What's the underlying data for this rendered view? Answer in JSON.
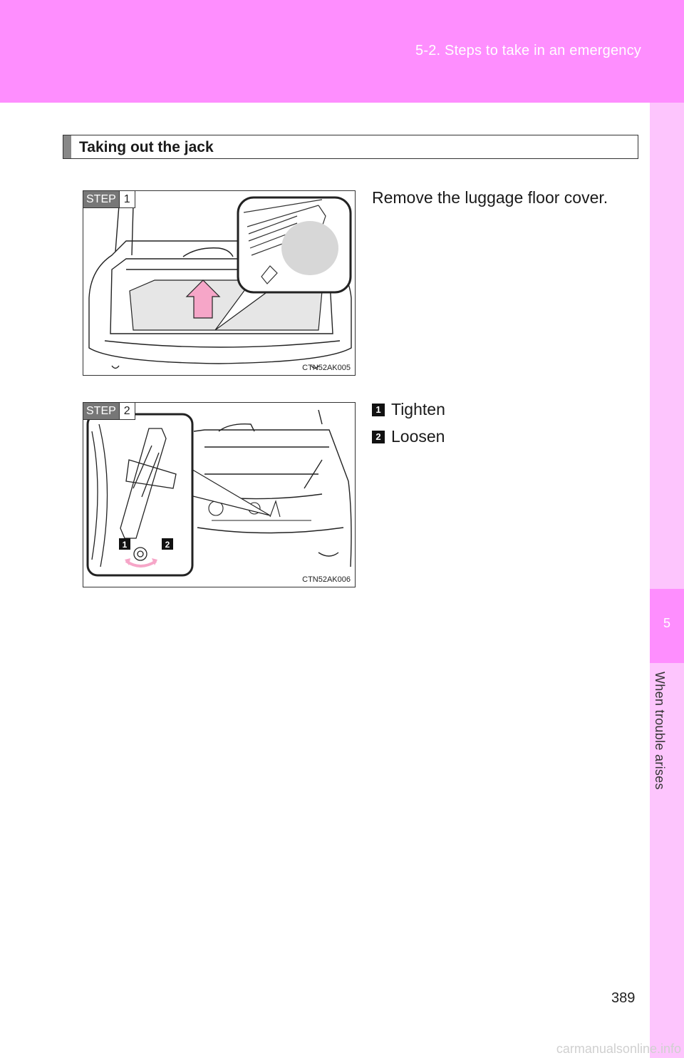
{
  "header": {
    "breadcrumb": "5-2. Steps to take in an emergency"
  },
  "side_tab": {
    "chapter_number": "5",
    "chapter_title": "When trouble arises"
  },
  "section": {
    "title": "Taking out the jack"
  },
  "steps": [
    {
      "badge_word": "STEP",
      "badge_number": "1",
      "figure_code": "CTN52AK005",
      "text": "Remove the luggage floor cover."
    },
    {
      "badge_word": "STEP",
      "badge_number": "2",
      "figure_code": "CTN52AK006"
    }
  ],
  "legend": [
    {
      "number": "1",
      "label": "Tighten"
    },
    {
      "number": "2",
      "label": "Loosen"
    }
  ],
  "figure_callouts": [
    "1",
    "2"
  ],
  "page_number": "389",
  "watermark": "carmanualsonline.info",
  "colors": {
    "header": "#fe8efe",
    "side_strip": "#fdc5fd",
    "arrow": "#f6a6c8"
  }
}
